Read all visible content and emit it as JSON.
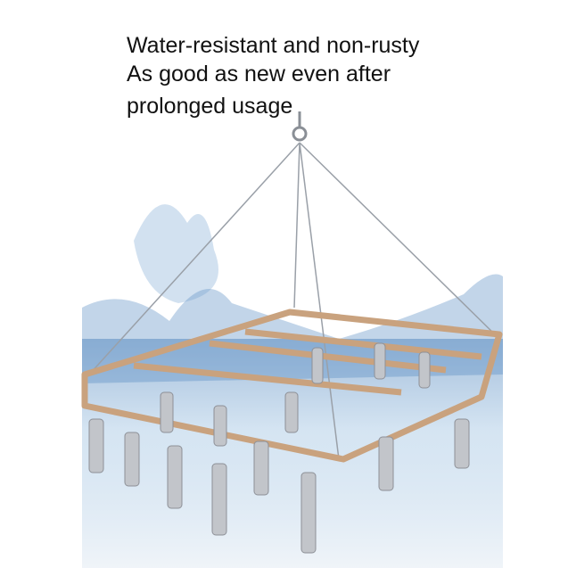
{
  "caption": {
    "line1": "Water-resistant and non-rusty",
    "line2": "As good as new even after",
    "line3": "prolonged usage"
  },
  "colors": {
    "frame": "#c9a27e",
    "water": "#7fa9cf",
    "clip": "#b9bcc2"
  }
}
